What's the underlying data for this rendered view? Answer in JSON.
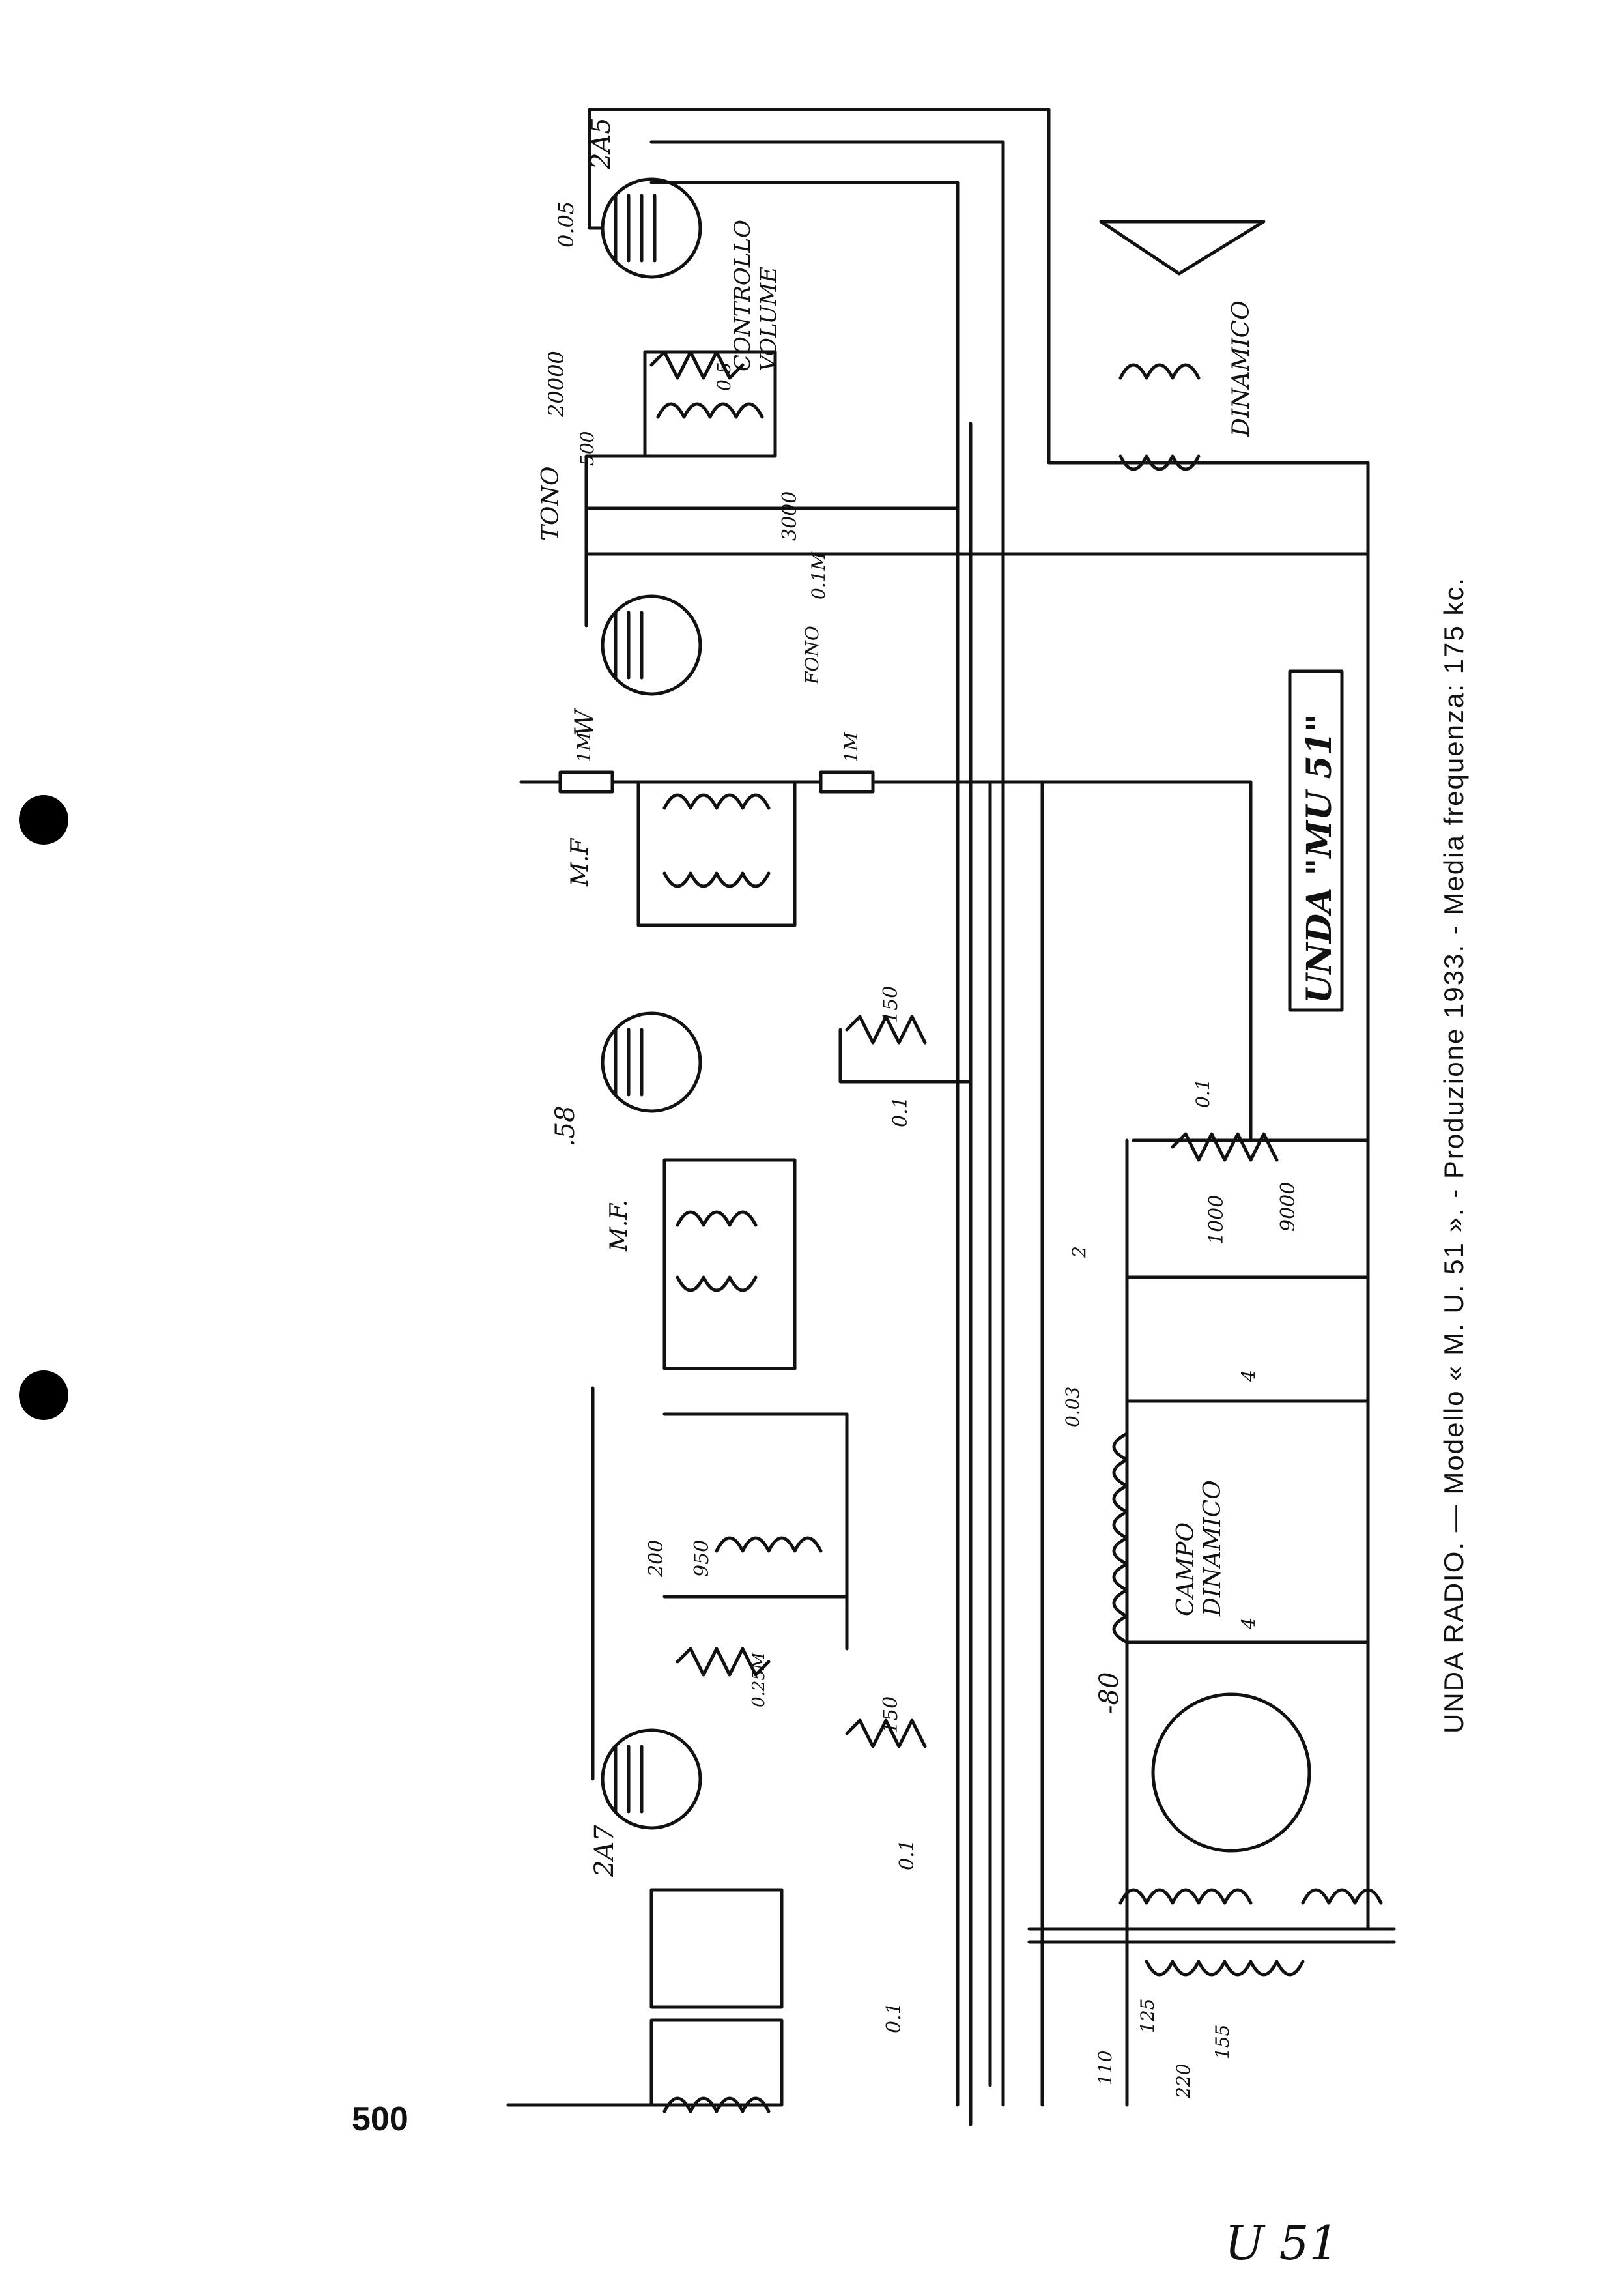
{
  "page_number": "500",
  "caption": "UNDA RADIO. — Modello « M. U. 51 ». - Produzione 1933. - Media frequenza: 175 kc.",
  "handwritten_ref": "U 51",
  "title_box": "UNDA \"MU 51\"",
  "tubes": [
    "2A5",
    "W",
    ".58",
    "2A7",
    "-80"
  ],
  "labels": {
    "volume": "CONTROLLO VOLUME",
    "tone": "TONO",
    "phono": "FONO",
    "if1": "M.F",
    "if2": "M.F.",
    "dynamic": "DINAMICO",
    "field": "CAMPO DINAMICO"
  },
  "values": {
    "c_005": "0.05",
    "r_20000": "20000",
    "c_500": "500",
    "pot_05": "0.5",
    "c_3000": "3000",
    "r_01m": "0.1M",
    "r_1m_a": "1M",
    "r_1m_b": "1M",
    "r_150_a": "150",
    "c_01_a": "0.1",
    "c_01_b": "0.1",
    "r_1000": "1000",
    "r_9000": "9000",
    "c_2": "2",
    "c_4_a": "4",
    "c_4_b": "4",
    "r_003": "0.03",
    "c_200": "200",
    "c_950": "950",
    "r_025m": "0.25M",
    "r_150_b": "150",
    "c_01_c": "0.1",
    "c_01_d": "0.1",
    "v_110": "110",
    "v_125": "125",
    "v_220": "220",
    "v_155": "155"
  }
}
